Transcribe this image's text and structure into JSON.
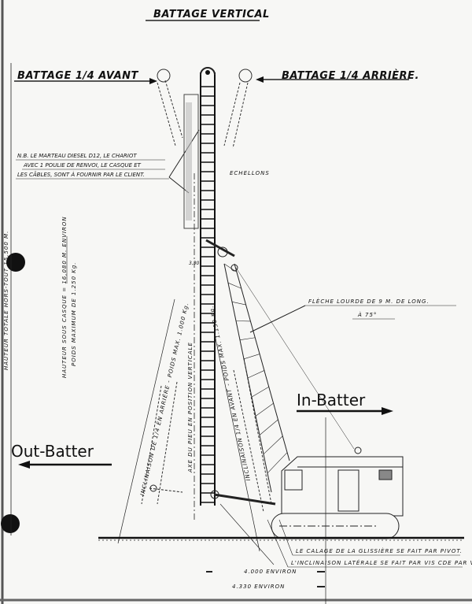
{
  "title": "BATTAGE VERTICAL",
  "labels": {
    "front_batter": "BATTAGE 1/4 AVANT",
    "rear_batter": "BATTAGE 1/4 ARRIÈRE.",
    "nb_lines": [
      "N.B. LE MARTEAU DIESEL D12, LE CHARIOT",
      "AVEC 1 POULIE DE RENVOI, LE CASQUE ET",
      "LES CÂBLES, SONT À FOURNIR PAR LE CLIENT."
    ],
    "rungs": "ECHELLONS",
    "total_height": "HAUTEUR TOTALE HORS-TOUT 15,500 M.",
    "height_under_cap": "HAUTEUR SOUS CASQUE = 16,080 M. ENVIRON",
    "max_weight": "POIDS MAXIMUM DE 1.250 Kg.",
    "rear_incline": "INCLINAISON DE 1/4 EN ARRIÈRE - POIDS MAX. 1.000 Kg.",
    "pile_axis": "AXE DU PIEU EN POSITION VERTICALE",
    "front_incline": "INCLINAISON 1/4 EN AVANT - POIDS MAX. 1.150 Kg.",
    "small_dim": "3,30",
    "boom_line1": "FLÈCHE LOURDE DE 9 M. DE LONG.",
    "boom_line2": "À 75°",
    "pivot_note": "LE CALAGE DE LA GLISSIÈRE SE FAIT PAR PIVOT.",
    "lateral_note": "L'INCLINAISON LATÉRALE SE FAIT PAR VIS CDE PAR VOLANT.",
    "dim1": "4.000 ENVIRON",
    "dim2": "4.330 ENVIRON"
  },
  "annotations": {
    "in_batter": "In-Batter",
    "out_batter": "Out-Batter"
  }
}
